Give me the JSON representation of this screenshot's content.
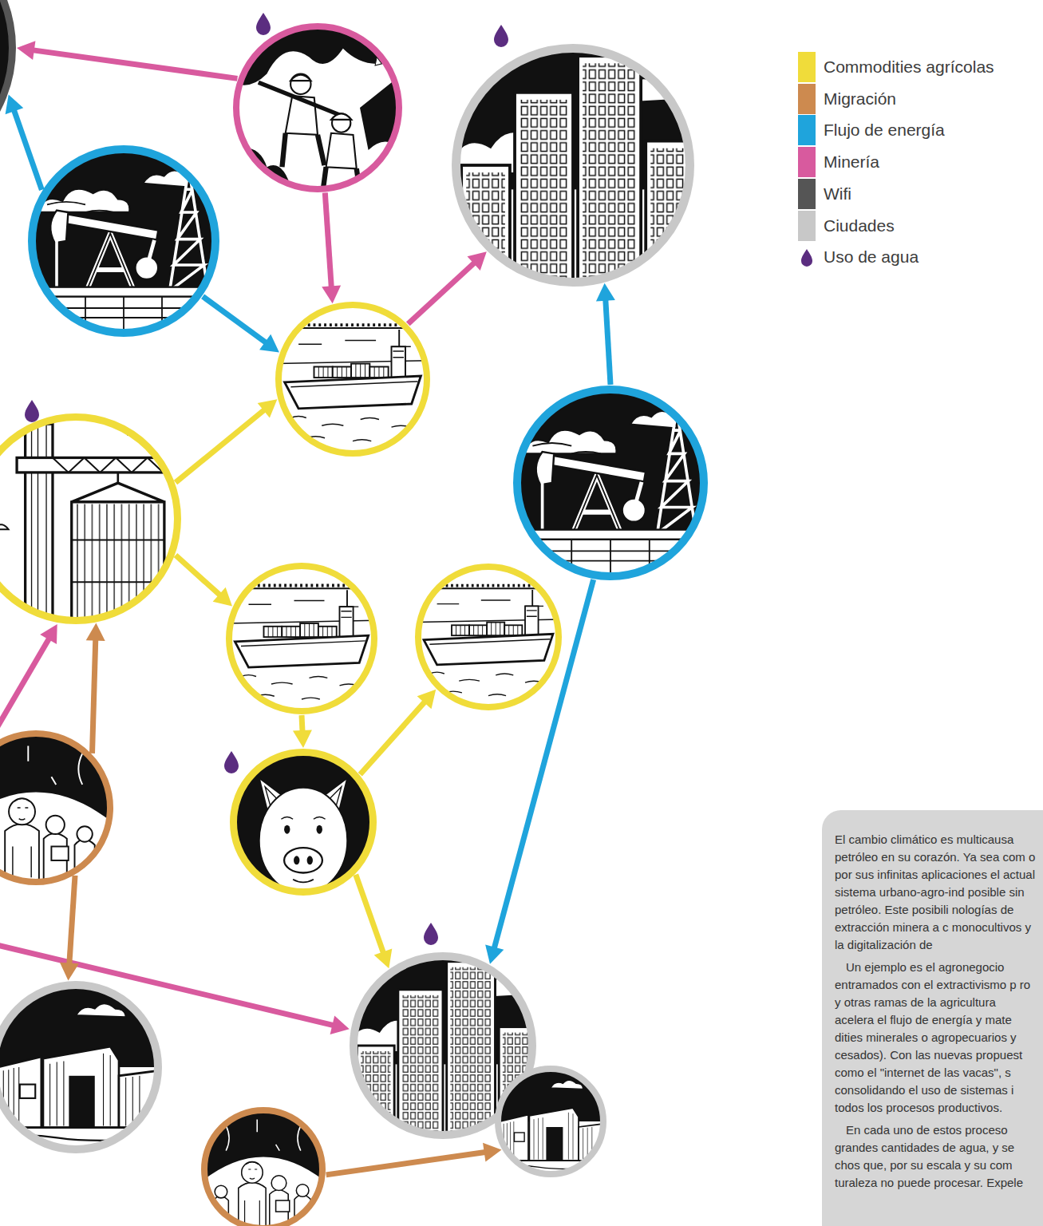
{
  "diagram": {
    "nodes": [
      {
        "text": []
      },
      {
        "text": []
      },
      {
        "text": []
      },
      {
        "text": []
      },
      {
        "text": []
      },
      {
        "text": []
      },
      {
        "text": []
      },
      {
        "text": []
      },
      {
        "text": []
      },
      {
        "text": []
      },
      {
        "text": []
      },
      {
        "text": [
          "El cambio climático es multicausa petróleo en su corazón. Ya sea com o por sus infinitas aplicaciones el actual sistema urbano-agro-ind posible sin petróleo. Este posibili nologías de extracción minera a c monocultivos y la digitalización de",
          "Un ejemplo es el agronegocio entramados con el extractivismo p ro y otras ramas de la agricultura acelera el flujo de energía y mate dities minerales o agropecuarios y cesados). Con las nuevas propuest como el \"internet de las vacas\", s consolidando el uso de sistemas i todos los procesos productivos.",
          "En cada uno de estos proceso grandes cantidades de agua, y se chos que, por su escala y su com turaleza no puede procesar. Expele"
        ]
      },
      {
        "text": []
      },
      {
        "text": []
      },
      {
        "text": []
      },
      {
        "text": []
      }
    ],
    "edges": [
      {
        "from": 1,
        "to": 0,
        "arrow": "to"
      },
      {
        "from": 3,
        "to": 0,
        "arrow": "to"
      },
      {
        "from": 1,
        "to": 4,
        "arrow": "to"
      },
      {
        "from": 3,
        "to": 4,
        "arrow": "to"
      },
      {
        "from": 4,
        "to": 2,
        "arrow": "to"
      },
      {
        "from": 6,
        "to": 4,
        "arrow": "to"
      },
      {
        "from": 5,
        "to": 2,
        "arrow": "to"
      },
      {
        "from": 6,
        "to": 7,
        "arrow": "to"
      },
      {
        "from": 7,
        "to": 10,
        "arrow": "to"
      },
      {
        "from": 10,
        "to": 8,
        "arrow": "to"
      },
      {
        "from": 5,
        "to": 12,
        "arrow": "to"
      },
      {
        "from": 10,
        "to": 12,
        "arrow": "to"
      },
      {
        "from": 9,
        "to": 6,
        "arrow": "to"
      },
      {
        "from": 9,
        "to": 13,
        "arrow": "to"
      },
      {
        "from": 15,
        "to": 14,
        "arrow": "to"
      }
    ],
    "legend": [
      {
        "text": "Commodities agrícolas",
        "color": "#f0dc3a"
      },
      {
        "text": "Migración",
        "color": "#cd8a4f"
      },
      {
        "text": "Flujo de energía",
        "color": "#1fa4dc"
      },
      {
        "text": "Minería",
        "color": "#d85a9e"
      },
      {
        "text": "Wifi",
        "color": "#555555"
      },
      {
        "text": "Ciudades",
        "color": "#c8c8c8"
      },
      {
        "text": "Uso de agua"
      }
    ]
  }
}
